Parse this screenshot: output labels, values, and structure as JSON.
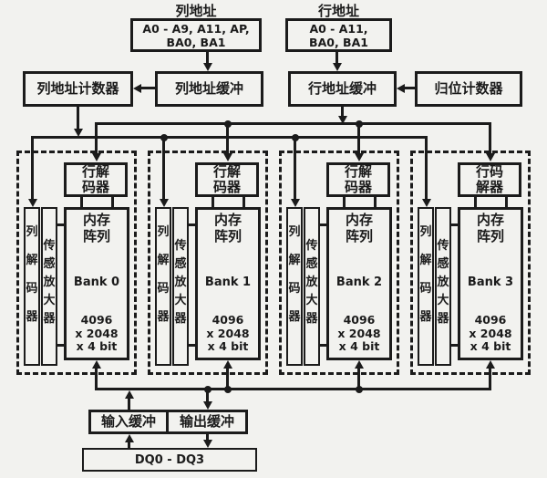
{
  "colors": {
    "ink": "#1b1b1b",
    "paper": "#f2f2ef"
  },
  "top": {
    "col_group_label": "列地址",
    "row_group_label": "行地址",
    "col_pins": [
      "A0 - A9, A11, AP,",
      "BA0, BA1"
    ],
    "row_pins": [
      "A0 - A11,",
      "BA0, BA1"
    ]
  },
  "counters": {
    "col_counter": "列地址计数器",
    "col_buffer": "列地址缓冲",
    "row_buffer": "行地址缓冲",
    "home_counter": "归位计数器"
  },
  "banks": [
    {
      "row_decoder": "行解码器",
      "col_decoder": "列解码器",
      "sense_amp": "传感放大器",
      "array_label": "内存阵列",
      "bank_name": "Bank 0",
      "size": "4096\nx 2048\nx 4 bit"
    },
    {
      "row_decoder": "行解码器",
      "col_decoder": "列解码器",
      "sense_amp": "传感放大器",
      "array_label": "内存阵列",
      "bank_name": "Bank 1",
      "size": "4096\nx 2048\nx 4 bit"
    },
    {
      "row_decoder": "行解码器",
      "col_decoder": "列解码器",
      "sense_amp": "传感放大器",
      "array_label": "内存阵列",
      "bank_name": "Bank 2",
      "size": "4096\nx 2048\nx 4 bit"
    },
    {
      "row_decoder": "行码解器",
      "col_decoder": "列解码器",
      "sense_amp": "传感放大器",
      "array_label": "内存阵列",
      "bank_name": "Bank 3",
      "size": "4096\nx 2048\nx 4 bit"
    }
  ],
  "io": {
    "input_buffer": "输入缓冲",
    "output_buffer": "输出缓冲",
    "dq": "DQ0 - DQ3"
  }
}
